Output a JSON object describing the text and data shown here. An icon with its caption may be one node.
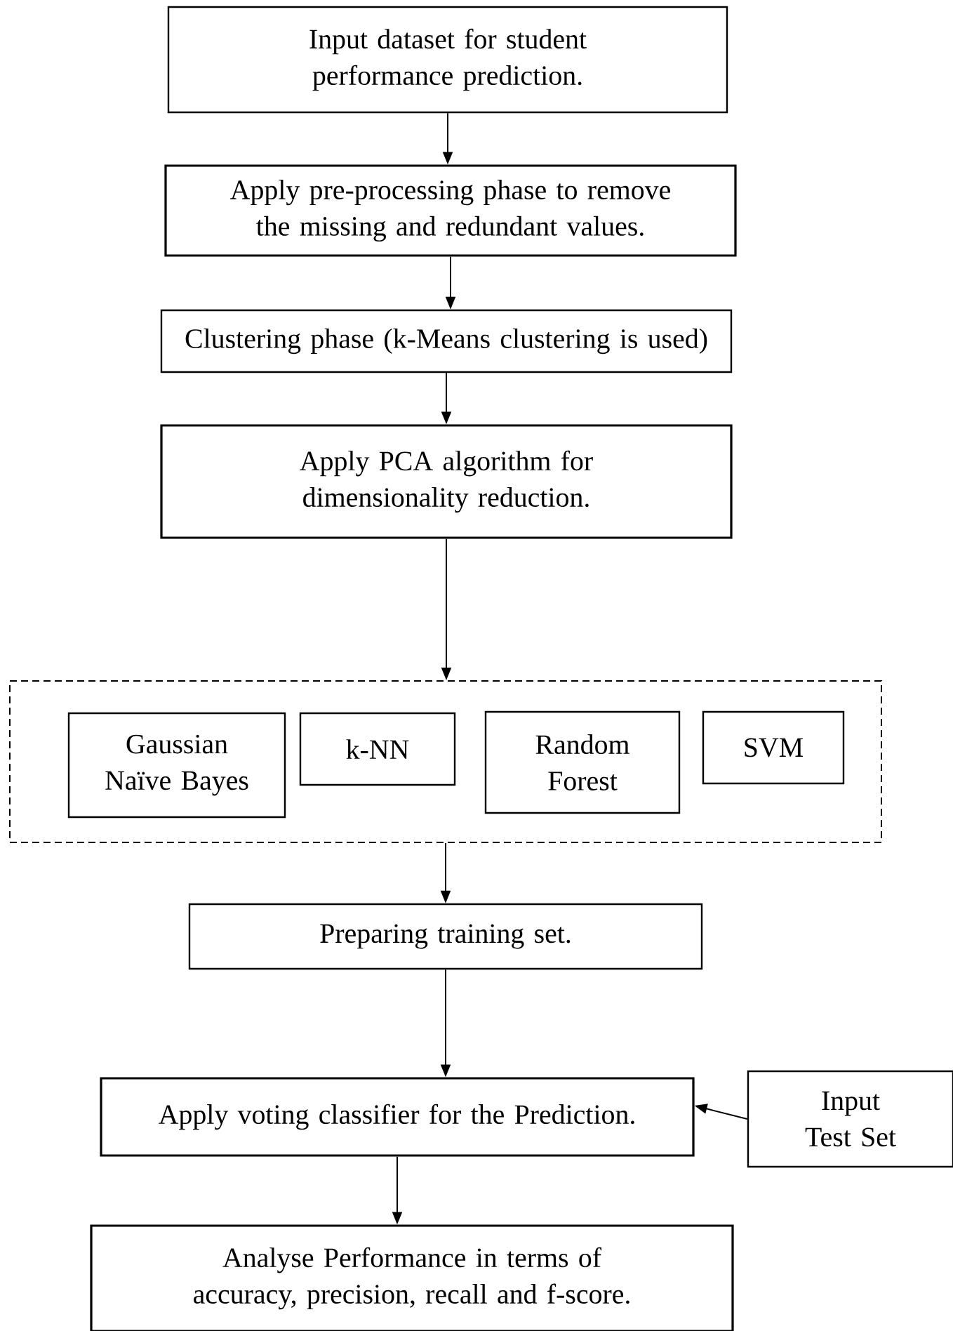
{
  "diagram": {
    "nodes": [
      {
        "text": [
          "Input dataset for student performance prediction."
        ]
      },
      {
        "text": [
          "Apply pre-processing phase to remove the missing and redundant values."
        ]
      },
      {
        "text": [
          "Clustering phase (k-Means clustering is used)"
        ]
      },
      {
        "text": [
          "Apply PCA algorithm for dimensionality reduction."
        ]
      },
      {
        "text": [],
        "shape": "box"
      },
      {
        "text": [
          "Gaussian Naïve Bayes"
        ],
        "in": 4
      },
      {
        "text": [
          "k-NN"
        ],
        "in": 4
      },
      {
        "text": [
          "Random Forest"
        ],
        "in": 4
      },
      {
        "text": [
          "SVM"
        ],
        "in": 4
      },
      {
        "text": [
          "Preparing training set."
        ]
      },
      {
        "text": [
          "Apply voting classifier for the Prediction."
        ]
      },
      {
        "text": [
          "Input Test Set"
        ]
      },
      {
        "text": [
          "Analyse Performance in terms of accuracy, precision, recall and f-score."
        ]
      }
    ],
    "edges": [
      {
        "from": 0,
        "to": 1,
        "arrow": "to"
      },
      {
        "from": 1,
        "to": 2,
        "arrow": "to"
      },
      {
        "from": 2,
        "to": 3,
        "arrow": "to"
      },
      {
        "from": 3,
        "to": 4,
        "arrow": "to"
      },
      {
        "from": 4,
        "to": 9,
        "arrow": "to"
      },
      {
        "from": 9,
        "to": 10,
        "arrow": "to"
      },
      {
        "from": 11,
        "to": 10,
        "arrow": "to"
      },
      {
        "from": 10,
        "to": 12,
        "arrow": "to"
      }
    ]
  }
}
